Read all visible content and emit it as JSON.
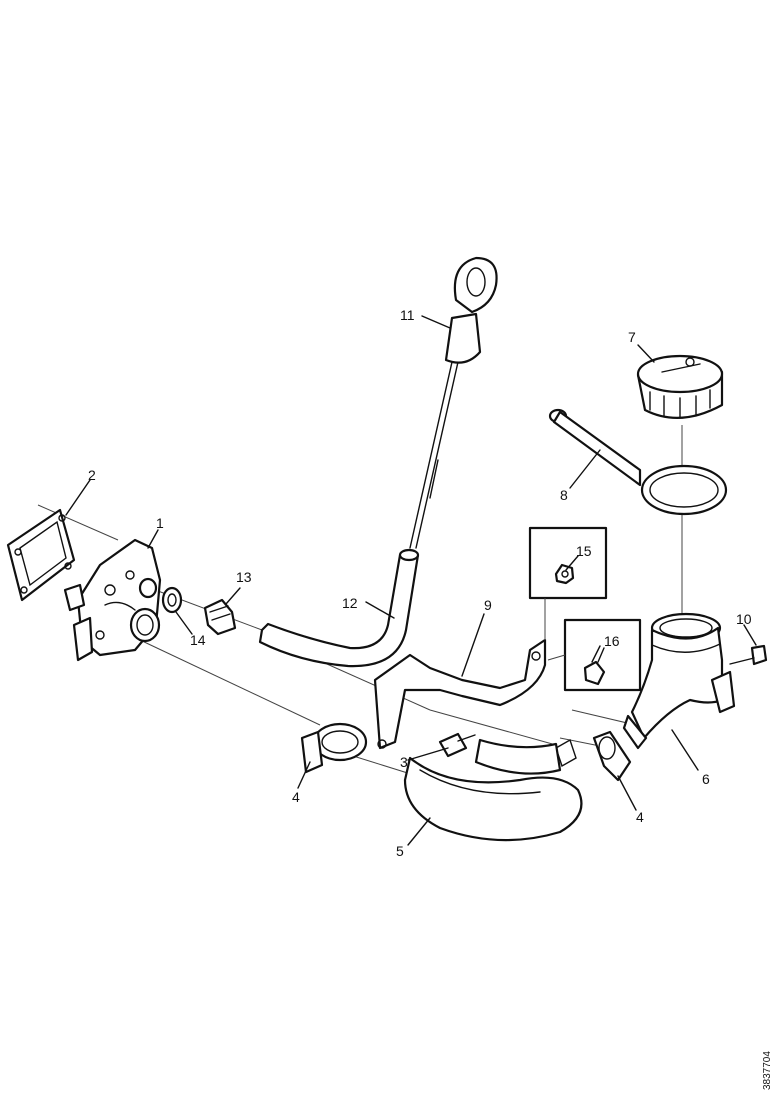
{
  "diagram": {
    "reference_code": "3837704",
    "callouts": [
      {
        "id": "c1",
        "text": "1"
      },
      {
        "id": "c2",
        "text": "2"
      },
      {
        "id": "c3",
        "text": "3"
      },
      {
        "id": "c4a",
        "text": "4"
      },
      {
        "id": "c4b",
        "text": "4"
      },
      {
        "id": "c5",
        "text": "5"
      },
      {
        "id": "c6",
        "text": "6"
      },
      {
        "id": "c7",
        "text": "7"
      },
      {
        "id": "c8",
        "text": "8"
      },
      {
        "id": "c9",
        "text": "9"
      },
      {
        "id": "c10",
        "text": "10"
      },
      {
        "id": "c11",
        "text": "11"
      },
      {
        "id": "c12",
        "text": "12"
      },
      {
        "id": "c13",
        "text": "13"
      },
      {
        "id": "c14",
        "text": "14"
      },
      {
        "id": "c15",
        "text": "15"
      },
      {
        "id": "c16",
        "text": "16"
      }
    ]
  }
}
